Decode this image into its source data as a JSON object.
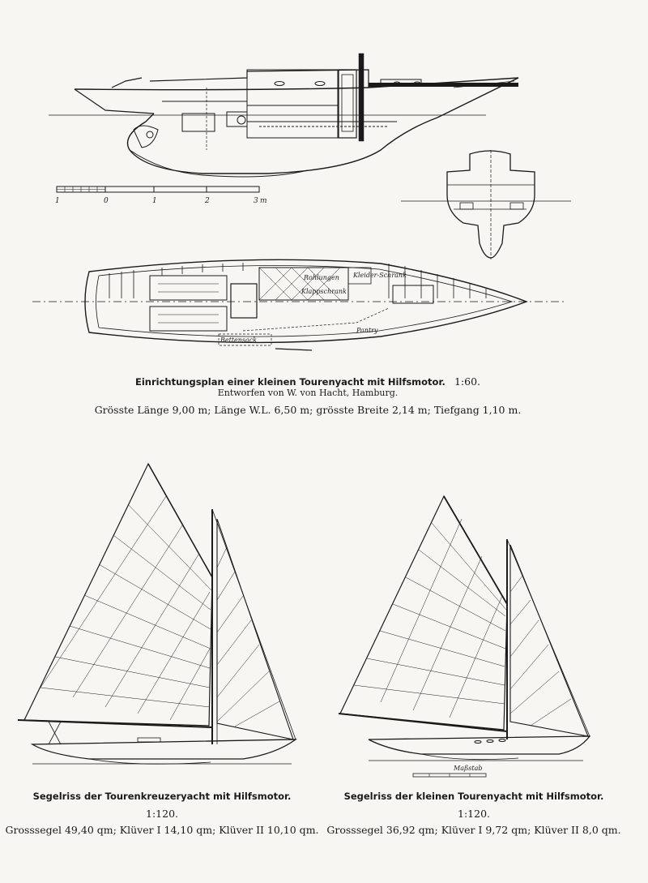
{
  "top": {
    "caption_title": "Einrichtungsplan einer kleinen Tourenyacht mit Hilfsmotor.",
    "caption_scale": "1:60.",
    "caption_designer": "Entworfen von W. von Hacht, Hamburg.",
    "caption_dimensions": "Grösste Länge 9,00 m; Länge W.L. 6,50 m; grösste Breite 2,14 m; Tiefgang 1,10 m.",
    "scale_bar_labels": [
      "1",
      "0",
      "1",
      "2",
      "3"
    ],
    "scale_bar_unit": "m",
    "plan_labels": [
      "Kleider-Schrank",
      "Rohlungen",
      "Klappschrank",
      "Bettensack",
      "Pantry"
    ]
  },
  "bottom_left": {
    "caption_title": "Segelriss der Tourenkreuzeryacht mit Hilfsmotor.",
    "caption_scale": "1:120.",
    "caption_sails": "Grosssegel 49,40 qm; Klüver I 14,10 qm; Klüver II 10,10 qm."
  },
  "bottom_right": {
    "caption_title": "Segelriss der kleinen Tourenyacht mit Hilfsmotor.",
    "caption_scale": "1:120.",
    "caption_sails": "Grosssegel 36,92 qm; Klüver I 9,72 qm; Klüver II 8,0 qm.",
    "scale_label": "Maßstab"
  }
}
